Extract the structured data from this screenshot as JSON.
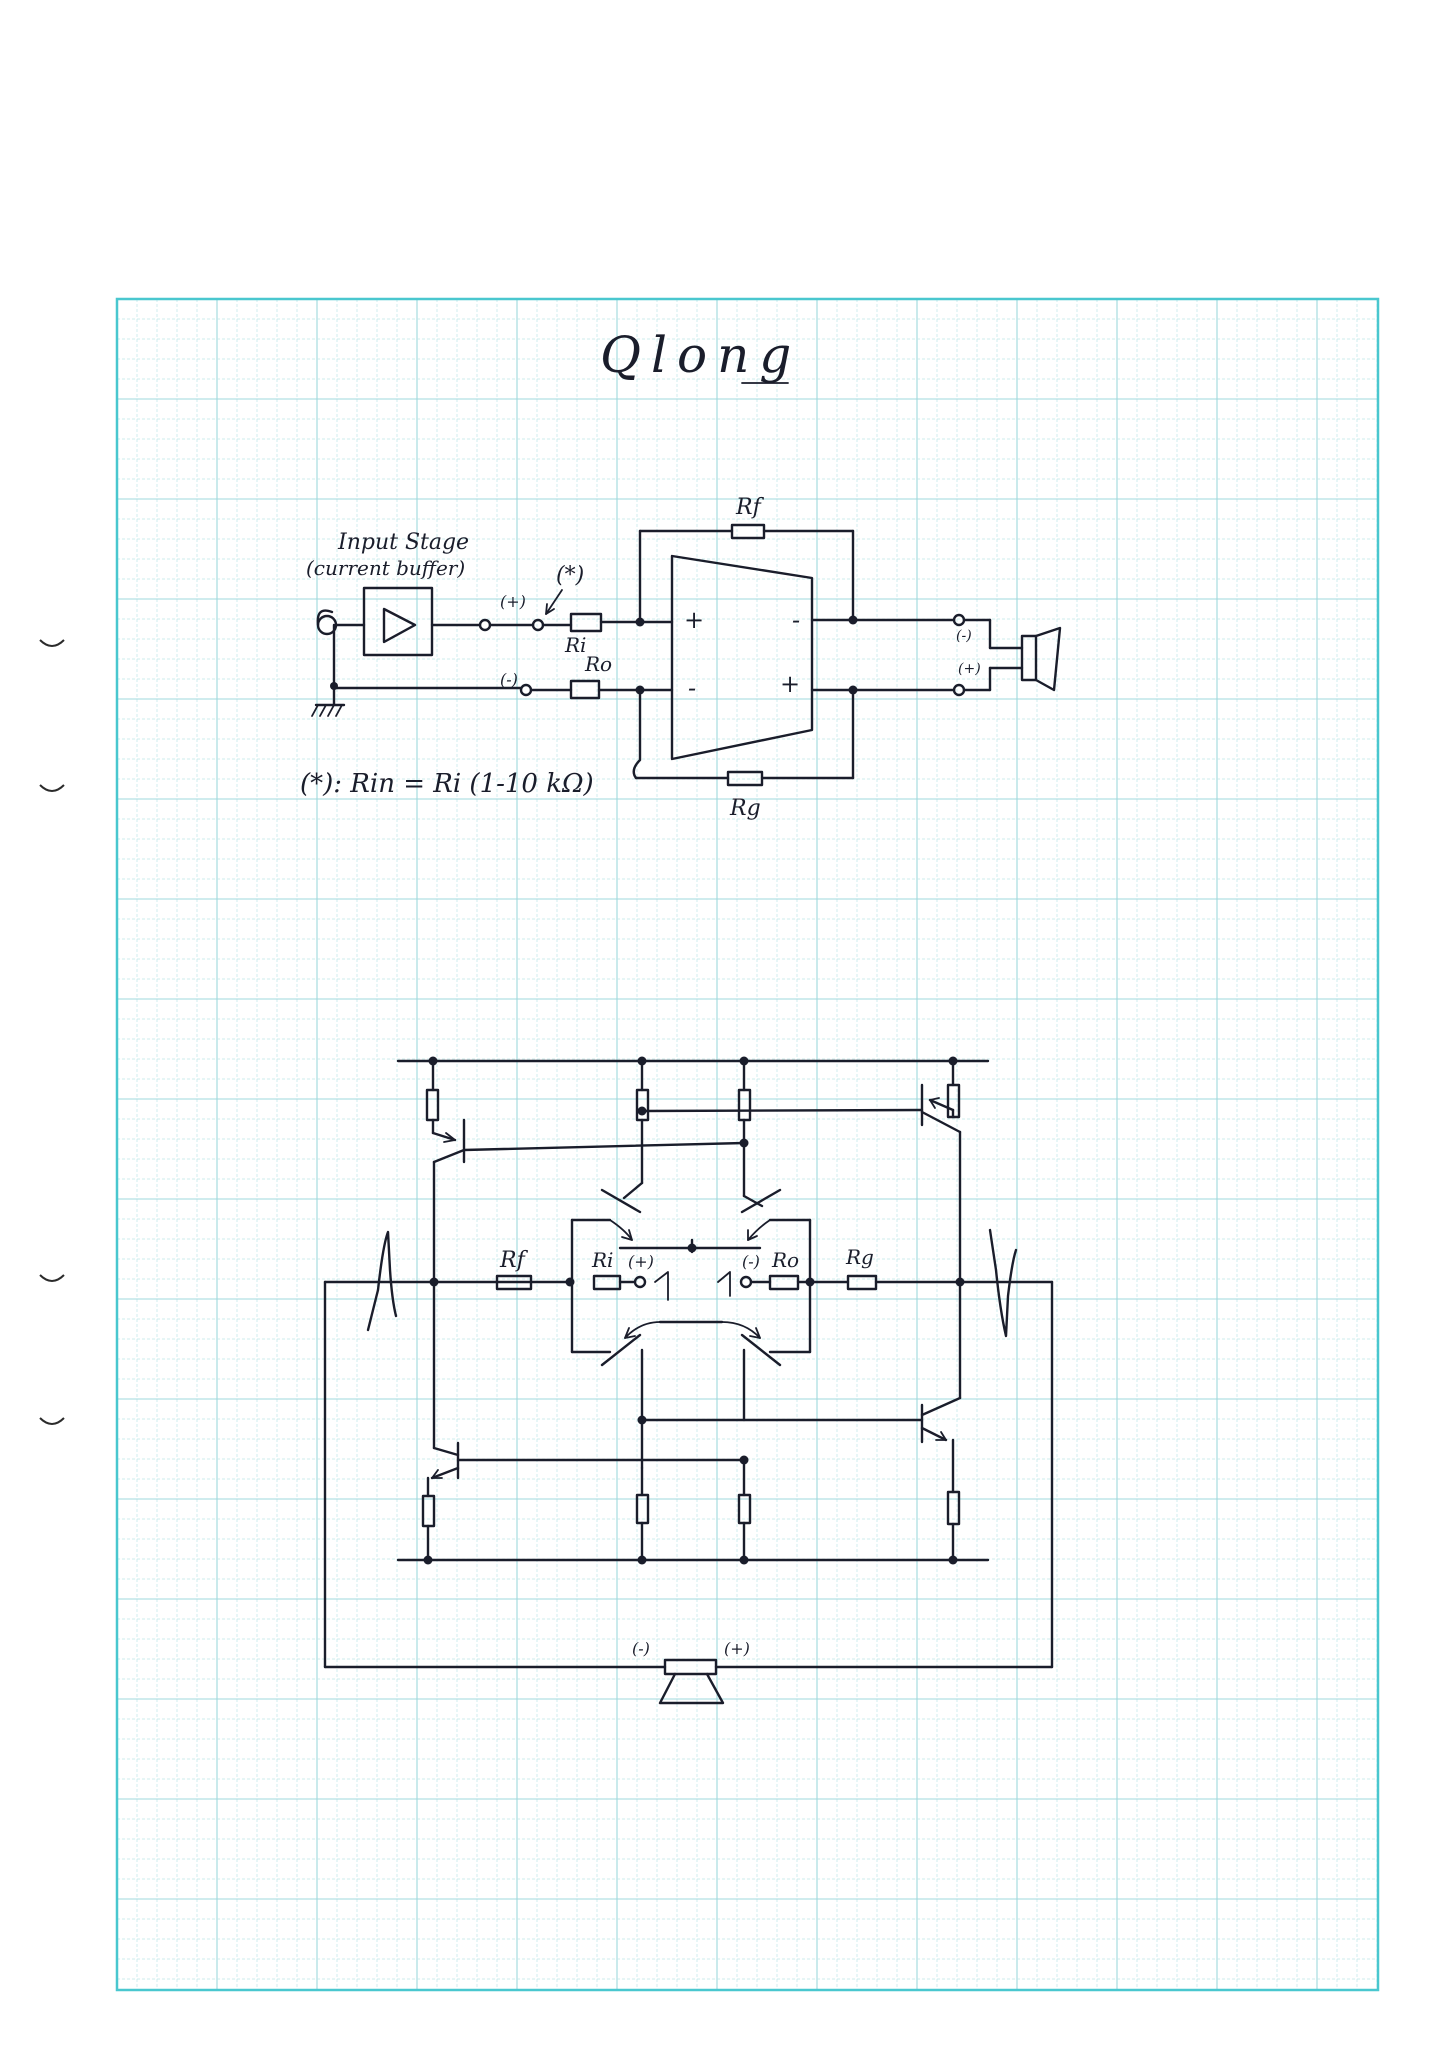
{
  "title": "Qlong",
  "colors": {
    "paper": "#ffffff",
    "grid": "#bfe6e8",
    "grid_major": "#9fd8dc",
    "border": "#49c7cf",
    "ink": "#1a1d2b"
  },
  "diagram_1": {
    "input_stage_line1": "Input Stage",
    "input_stage_line2": "(current buffer)",
    "star_mark": "(*)",
    "plus_terminal": "(+)",
    "minus_terminal": "(-)",
    "rf": "Rf",
    "ri": "Ri",
    "ro": "Ro",
    "rg": "Rg",
    "opamp_plus_in": "+",
    "opamp_minus_in": "-",
    "opamp_minus_out": "-",
    "opamp_plus_out": "+",
    "spk_minus": "(-)",
    "spk_plus": "(+)",
    "note": "(*): Rin = Ri (1-10 kΩ)"
  },
  "diagram_2": {
    "rf": "Rf",
    "ri": "Ri",
    "plus_terminal": "(+)",
    "minus_terminal": "(-)",
    "ro": "Ro",
    "rg": "Rg",
    "spk_minus": "(-)",
    "spk_plus": "(+)"
  }
}
